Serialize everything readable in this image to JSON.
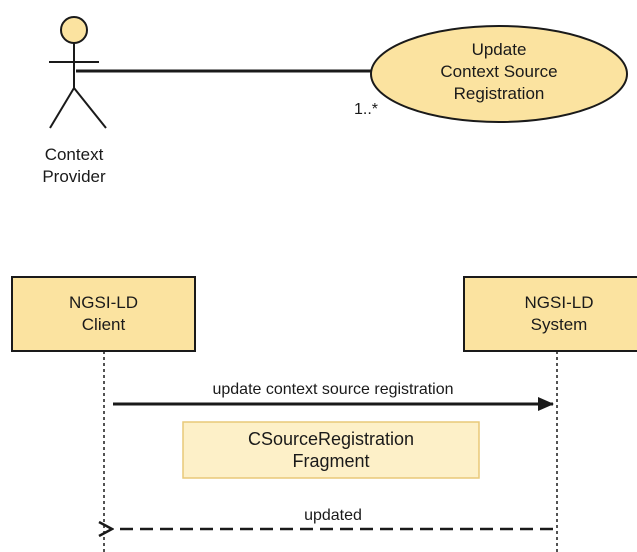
{
  "use_case_diagram": {
    "actor": {
      "name_line1": "Context",
      "name_line2": "Provider"
    },
    "use_case": {
      "line1": "Update",
      "line2": "Context Source",
      "line3": "Registration"
    },
    "association_multiplicity": "1..*"
  },
  "sequence_diagram": {
    "client": {
      "line1": "NGSI-LD",
      "line2": "Client"
    },
    "system": {
      "line1": "NGSI-LD",
      "line2": "System"
    },
    "request_message": "update context source registration",
    "payload_note": {
      "line1": "CSourceRegistration",
      "line2": "Fragment"
    },
    "response_message": "updated"
  },
  "colors": {
    "fill": "#fbe3a0",
    "stroke": "#1a1a1a",
    "note_fill": "#fdf0c8",
    "note_stroke": "#e8c979"
  }
}
